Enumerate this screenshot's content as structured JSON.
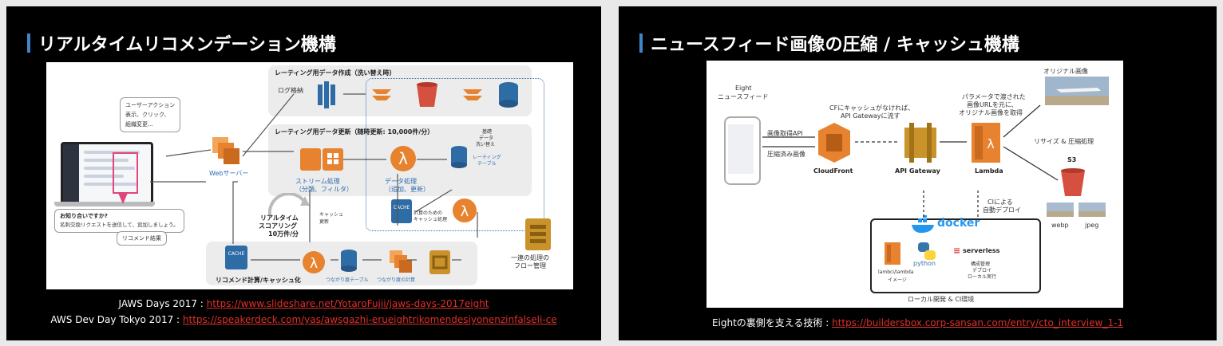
{
  "left_slide": {
    "title": "リアルタイムリコメンデーション機構",
    "diagram": {
      "header_top": "レーティング用データ作成（洗い替え時）",
      "header_mid": "レーティング用データ更新（随時更新: 10,000件/分）",
      "log_store": "ログ格納",
      "user_action_title": "ユーザーアクション",
      "user_action_line2": "表示、クリック、",
      "user_action_line3": "組織変更...",
      "web_server": "Webサーバー",
      "stream_processing": "ストリーム処理",
      "stream_processing_sub": "（分類、フィルタ）",
      "data_processing": "データ処理",
      "data_processing_sub": "（追加、更新）",
      "base_data_1": "基礎",
      "base_data_2": "データ",
      "base_data_3": "洗い替え",
      "rating_table_1": "レーティング",
      "rating_table_2": "テーブル",
      "cache": "CACHE",
      "calc_cache_1": "計算のための",
      "calc_cache_2": "キャッシュ処理",
      "realtime_1": "リアルタイム",
      "realtime_2": "スコアリング",
      "realtime_3": "10万件/分",
      "cache_update": "キャッシュ\n更新",
      "notice_1": "お知り合いですか?",
      "notice_2": "名刺交換リクエストを送信して、追加しましょう。",
      "recommend_result": "リコメンド結果",
      "recommend_calc": "リコメンド計算/キャッシュ化",
      "connection_table": "つながり度テーブル",
      "connection_calc": "つながり度の計算",
      "flow_1": "一連の処理の",
      "flow_2": "フロー管理"
    },
    "caption1_prefix": "JAWS Days 2017 : ",
    "caption1_link": "https://www.slideshare.net/YotaroFujii/jaws-days-2017eight",
    "caption2_prefix": "AWS Dev Day Tokyo 2017 : ",
    "caption2_link": "https://speakerdeck.com/yas/awsgazhi-erueightrikomendesiyonenzinfalseli-ce"
  },
  "right_slide": {
    "title": "ニュースフィード画像の圧縮 / キャッシュ機構",
    "diagram": {
      "eight_1": "Eight",
      "eight_2": "ニュースフィード",
      "req_image": "画像取得API",
      "compressed": "圧縮済み画像",
      "cf_note_1": "CFにキャッシュがなければ、",
      "cf_note_2": "API Gatewayに流す",
      "param_1": "パラメータで渡された",
      "param_2": "画像URLを元に、",
      "param_3": "オリジナル画像を取得",
      "original": "オリジナル画像",
      "resize": "リサイズ & 圧縮処理",
      "s3": "S3",
      "cloudfront": "CloudFront",
      "api_gateway": "API Gateway",
      "lambda": "Lambda",
      "ci_1": "CIによる",
      "ci_2": "自動デプロイ",
      "docker": "docker",
      "python": "python",
      "serverless": "serverless",
      "lambci_1": "lambci/lambda",
      "lambci_2": "イメージ",
      "sls_1": "構成管理",
      "sls_2": "デプロイ",
      "sls_3": "ローカル実行",
      "local_dev": "ローカル開発 & CI環境",
      "webp": "webp",
      "jpeg": "jpeg"
    },
    "caption_prefix": "Eightの裏側を支える技術 : ",
    "caption_link": "https://buildersbox.corp-sansan.com/entry/cto_interview_1-1"
  },
  "colors": {
    "accent_bar": "#3f86c7",
    "link": "#e0302a",
    "aws_orange": "#e7822f",
    "aws_blue": "#2e6ca6",
    "s3_red": "#d6503f"
  }
}
